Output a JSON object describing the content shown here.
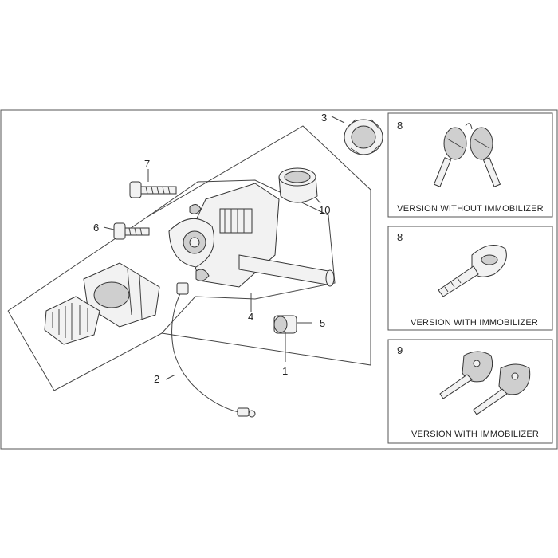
{
  "callouts": {
    "c1": "1",
    "c2": "2",
    "c3": "3",
    "c4": "4",
    "c5": "5",
    "c6": "6",
    "c7": "7",
    "c10": "10"
  },
  "panels": [
    {
      "number": "8",
      "caption": "VERSION WITHOUT IMMOBILIZER"
    },
    {
      "number": "8",
      "caption": "VERSION WITH IMMOBILIZER"
    },
    {
      "number": "9",
      "caption": "VERSION WITH IMMOBILIZER"
    }
  ]
}
